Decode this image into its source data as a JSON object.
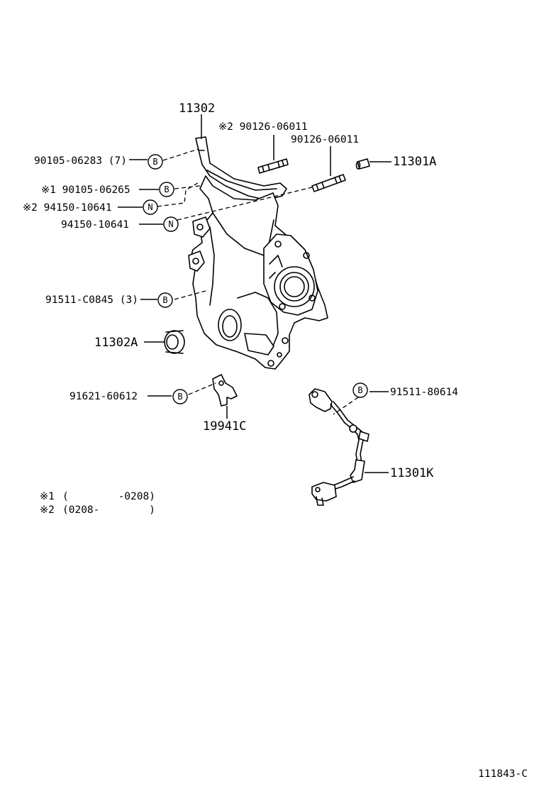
{
  "diagram": {
    "figure_code": "111843-C",
    "callout_letters": {
      "bolt": "B",
      "nut": "N"
    },
    "labels": {
      "cover_upper": "11302",
      "stud_note2": "※2 90126-06011",
      "stud": "90126-06011",
      "pin": "11301A",
      "bolt_90105_06283": "90105-06283 (7)",
      "bolt_90105_06265": "※1 90105-06265",
      "nut_94150_10641_note2": "※2 94150-10641",
      "nut_94150_10641": "94150-10641",
      "bolt_91511_c0845": "91511-C0845 (3)",
      "oil_seal": "11302A",
      "bolt_91621_60612": "91621-60612",
      "bracket": "19941C",
      "bolt_91511_80614": "91511-80614",
      "sensor": "11301K"
    },
    "notes": [
      {
        "mark": "※1",
        "range": "(        -0208)"
      },
      {
        "mark": "※2",
        "range": "(0208-        )"
      }
    ]
  }
}
